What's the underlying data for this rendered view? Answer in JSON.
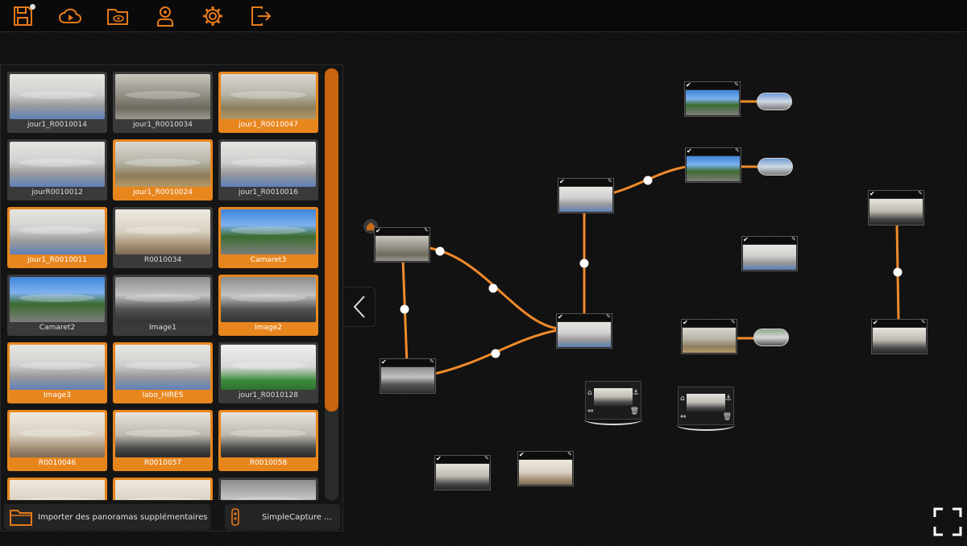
{
  "toolbar": {
    "buttons": [
      {
        "name": "save",
        "icon": "save-icon"
      },
      {
        "name": "preview",
        "icon": "cloud-play-icon"
      },
      {
        "name": "open",
        "icon": "folder-eye-icon"
      },
      {
        "name": "profile",
        "icon": "user-badge-icon"
      },
      {
        "name": "settings",
        "icon": "gear-icon"
      },
      {
        "name": "exit",
        "icon": "logout-icon"
      }
    ]
  },
  "panel": {
    "thumbnails": [
      {
        "label": "jour1_R0010014",
        "selected": false
      },
      {
        "label": "jour1_R0010034",
        "selected": false
      },
      {
        "label": "jour1_R0010047",
        "selected": true
      },
      {
        "label": "jourR0010012",
        "selected": false
      },
      {
        "label": "jour1_R0010024",
        "selected": true
      },
      {
        "label": "jour1_R0010016",
        "selected": false
      },
      {
        "label": "jour1_R0010011",
        "selected": true
      },
      {
        "label": "R0010034",
        "selected": false
      },
      {
        "label": "Camaret3",
        "selected": true
      },
      {
        "label": "Camaret2",
        "selected": false
      },
      {
        "label": "Image1",
        "selected": false
      },
      {
        "label": "Image2",
        "selected": true
      },
      {
        "label": "Image3",
        "selected": true
      },
      {
        "label": "labo_HIRES",
        "selected": true
      },
      {
        "label": "jour1_R0010128",
        "selected": false
      },
      {
        "label": "R0010046",
        "selected": true
      },
      {
        "label": "R0010057",
        "selected": true
      },
      {
        "label": "R0010058",
        "selected": true
      },
      {
        "label": "",
        "selected": true
      },
      {
        "label": "",
        "selected": true
      },
      {
        "label": "",
        "selected": false
      }
    ],
    "import_label": "Importer des panoramas supplémentaires",
    "capture_label": "SimpleCapture ..."
  },
  "colors": {
    "accent": "#e8861e",
    "edge": "#ef8a2a"
  }
}
